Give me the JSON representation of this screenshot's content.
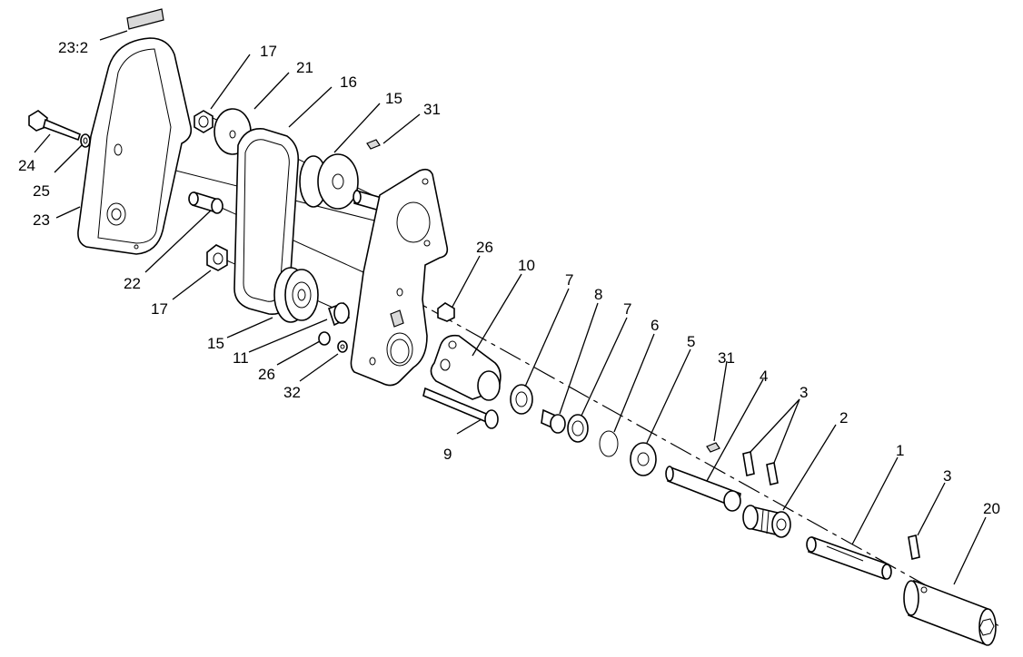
{
  "labels": {
    "l23_2": "23:2",
    "l17a": "17",
    "l21": "21",
    "l16": "16",
    "l15a": "15",
    "l31a": "31",
    "l24": "24",
    "l25": "25",
    "l23": "23",
    "l22": "22",
    "l17b": "17",
    "l26a": "26",
    "l10": "10",
    "l7a": "7",
    "l8": "8",
    "l7b": "7",
    "l6": "6",
    "l5": "5",
    "l31b": "31",
    "l4": "4",
    "l3a": "3",
    "l2": "2",
    "l15b": "15",
    "l11": "11",
    "l26b": "26",
    "l32": "32",
    "l9": "9",
    "l1": "1",
    "l3b": "3",
    "l20": "20"
  }
}
